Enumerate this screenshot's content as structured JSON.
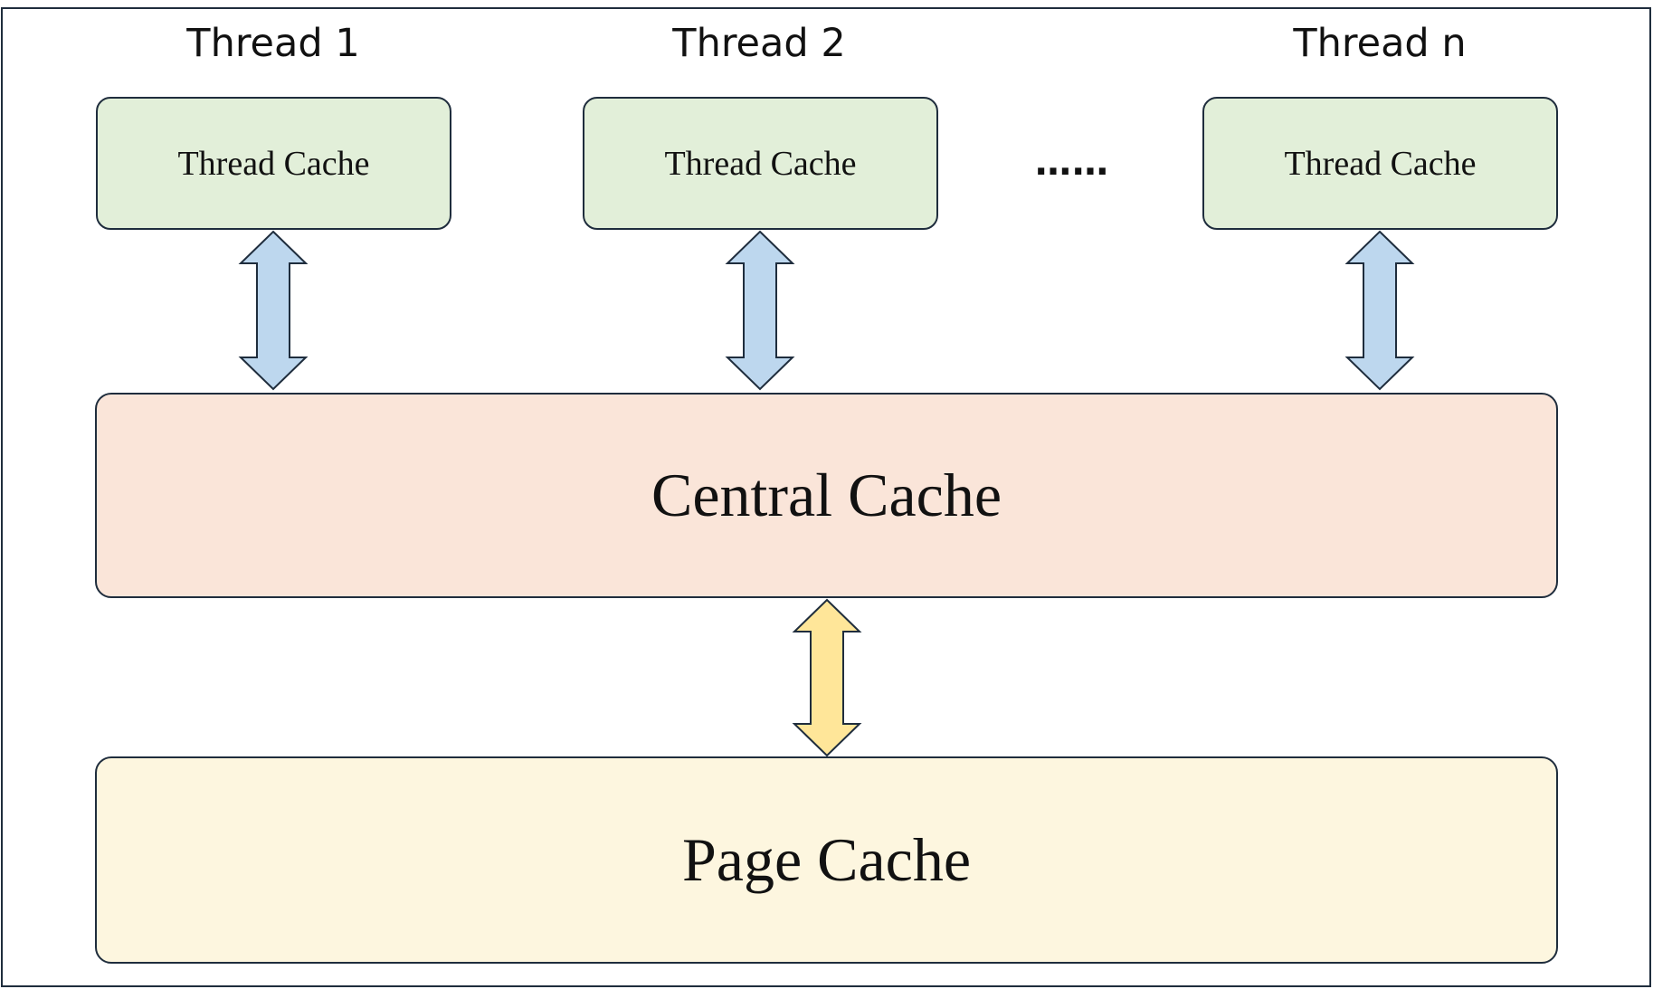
{
  "threads": [
    {
      "label": "Thread 1",
      "cache_label": "Thread Cache"
    },
    {
      "label": "Thread 2",
      "cache_label": "Thread Cache"
    },
    {
      "label": "Thread n",
      "cache_label": "Thread Cache"
    }
  ],
  "ellipsis": "……",
  "central_cache": {
    "label": "Central Cache"
  },
  "page_cache": {
    "label": "Page Cache"
  },
  "colors": {
    "thread_cache_fill": "#e2efd9",
    "central_cache_fill": "#fae5d9",
    "page_cache_fill": "#fdf6df",
    "thread_arrow_fill": "#bdd7ee",
    "page_arrow_fill": "#ffe699",
    "outline": "#1f2d3d"
  }
}
